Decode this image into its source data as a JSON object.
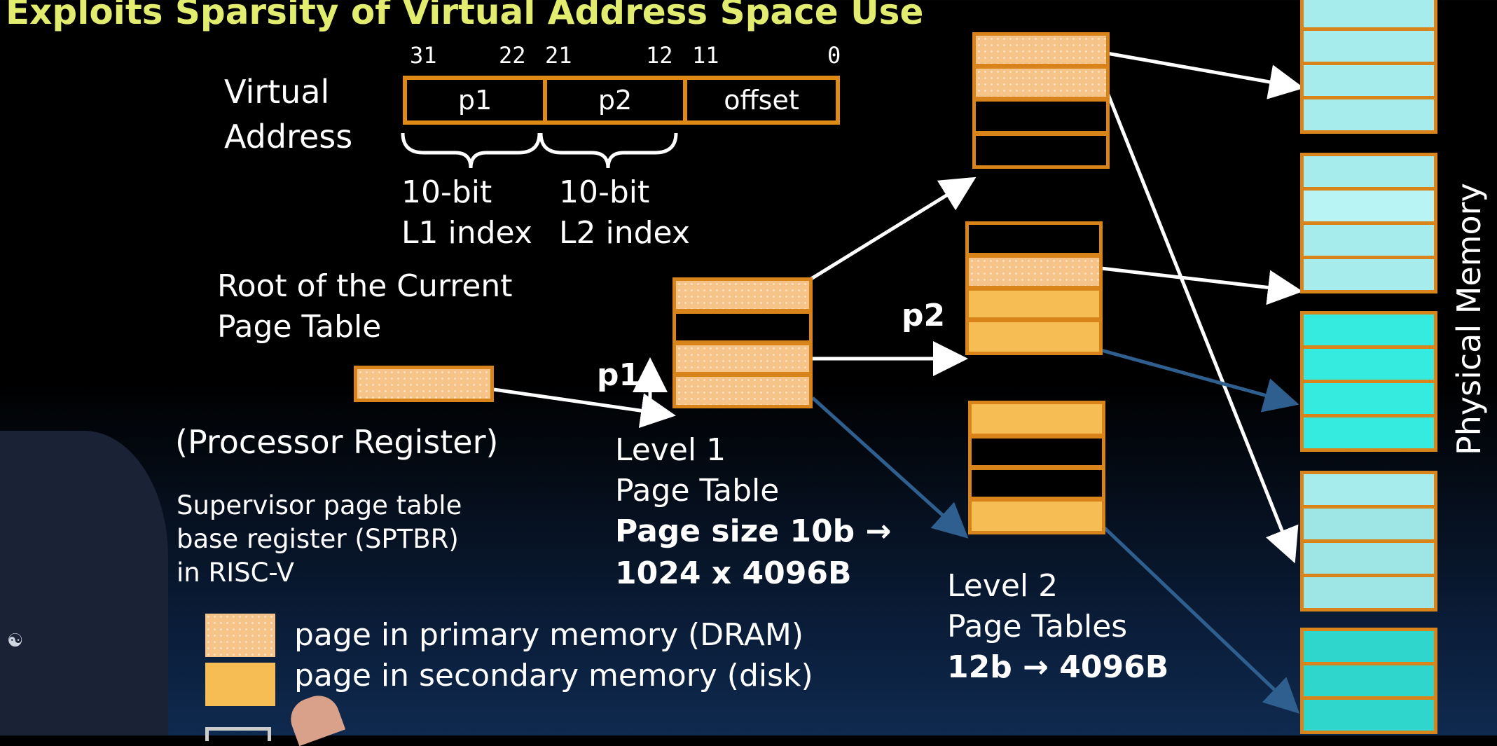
{
  "title": "Exploits Sparsity of Virtual Address Space Use",
  "virtual_address": {
    "label_line1": "Virtual",
    "label_line2": "Address",
    "bit_labels": [
      "31",
      "22",
      "21",
      "12",
      "11",
      "0"
    ],
    "fields": [
      "p1",
      "p2",
      "offset"
    ],
    "brace1_line1": "10-bit",
    "brace1_line2": "L1 index",
    "brace2_line1": "10-bit",
    "brace2_line2": "L2 index"
  },
  "root": {
    "line1": "Root of the Current",
    "line2": "Page Table",
    "register": "(Processor Register)"
  },
  "sptbr": {
    "line1": "Supervisor page table",
    "line2": "base register (SPTBR)",
    "line3": "in RISC-V"
  },
  "level1": {
    "line1": "Level 1",
    "line2": "Page Table",
    "line3": "Page size 10b →",
    "line4": "1024 x 4096B",
    "entries": [
      "dram",
      "empty",
      "dram",
      "dram"
    ]
  },
  "p1_label": "p1",
  "p2_label": "p2",
  "level2": {
    "line1": "Level 2",
    "line2": "Page Tables",
    "line3": "12b → 4096B",
    "tables": [
      [
        "dram",
        "dram",
        "empty",
        "empty"
      ],
      [
        "empty",
        "dram",
        "disk",
        "disk"
      ],
      [
        "disk",
        "empty",
        "empty",
        "disk"
      ]
    ]
  },
  "physical_memory_label": "Physical Memory",
  "legend": {
    "dram_label": "page in primary memory (DRAM)",
    "disk_label": "page in secondary memory (disk)"
  },
  "colors": {
    "title": "#e2ec6e",
    "border": "#e08a16",
    "dram": "#f6c489",
    "disk": "#f7bd55",
    "pm_light": "#a6ecec",
    "pm_bright": "#35eadf",
    "arrow_white": "#ffffff",
    "arrow_blue": "#2e5f8e"
  }
}
